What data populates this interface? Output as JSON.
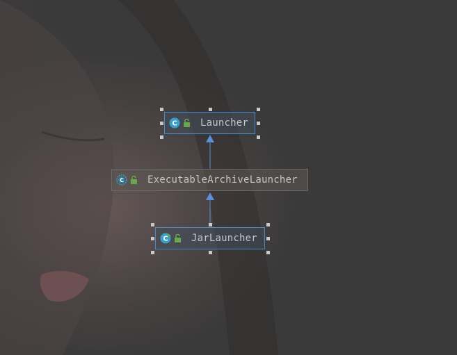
{
  "diagram": {
    "nodes": [
      {
        "id": "launcher",
        "label": "Launcher",
        "kind": "class",
        "icon": "class-icon",
        "selected": true
      },
      {
        "id": "executable",
        "label": "ExecutableArchiveLauncher",
        "kind": "abstract-class",
        "icon": "abstract-class-icon",
        "selected": false
      },
      {
        "id": "jar",
        "label": "JarLauncher",
        "kind": "class",
        "icon": "runnable-class-icon",
        "selected": true
      }
    ],
    "edges": [
      {
        "from": "executable",
        "to": "launcher",
        "type": "extends"
      },
      {
        "from": "jar",
        "to": "executable",
        "type": "extends"
      }
    ],
    "colors": {
      "selection_border": "#4a88c7",
      "edge": "#5b8fd6",
      "label": "#c6c6c6",
      "class_icon": "#3aa0c8",
      "lock_icon": "#6aa84f"
    }
  }
}
